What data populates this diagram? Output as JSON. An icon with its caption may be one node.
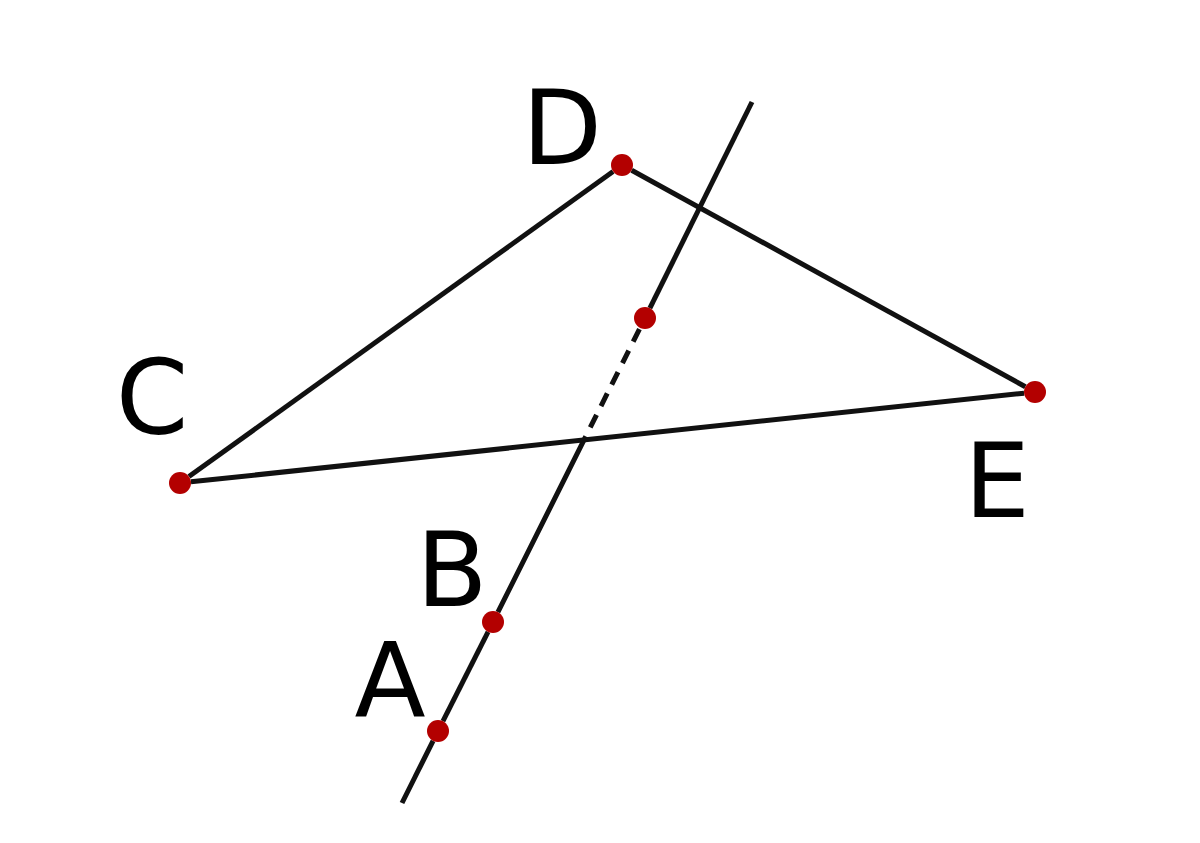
{
  "diagram": {
    "nodes": [
      {
        "text": [],
        "shape": "circle",
        "beside": [
          "D"
        ]
      },
      {
        "text": [],
        "shape": "circle"
      },
      {
        "text": [],
        "shape": "circle",
        "beside": [
          "C"
        ]
      },
      {
        "text": [],
        "shape": "circle",
        "beside": [
          "E"
        ]
      },
      {
        "text": [],
        "shape": "circle",
        "beside": [
          "B"
        ]
      },
      {
        "text": [],
        "shape": "circle",
        "beside": [
          "A"
        ]
      }
    ],
    "edges": [
      {
        "from": null,
        "to": 5,
        "arrow": "none"
      },
      {
        "from": 5,
        "to": 4,
        "arrow": "none"
      },
      {
        "from": 4,
        "to": 1,
        "arrow": "none",
        "style": "dashed"
      },
      {
        "from": 1,
        "to": null,
        "arrow": "none"
      },
      {
        "from": 2,
        "to": 0,
        "arrow": "none"
      },
      {
        "from": 0,
        "to": 3,
        "arrow": "none"
      },
      {
        "from": 2,
        "to": 3,
        "arrow": "none"
      }
    ]
  }
}
